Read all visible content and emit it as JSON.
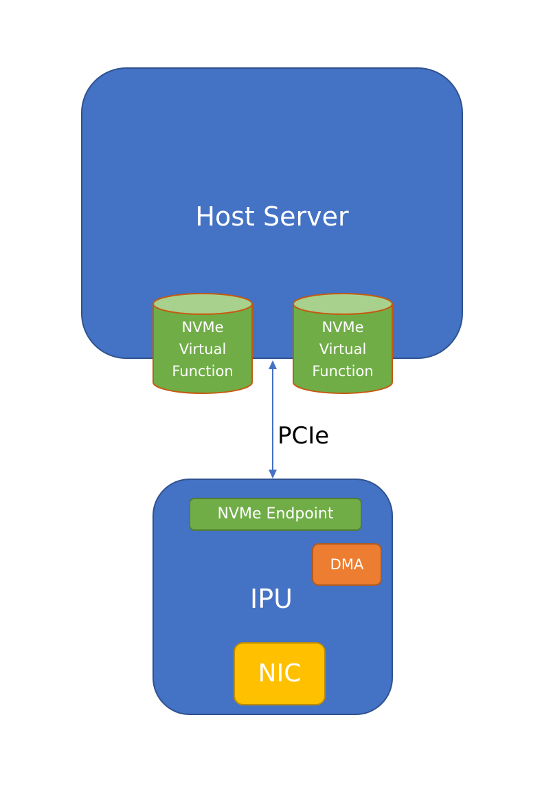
{
  "host": {
    "title": "Host Server"
  },
  "virtual_functions": [
    {
      "line1": "NVMe",
      "line2": "Virtual",
      "line3": "Function"
    },
    {
      "line1": "NVMe",
      "line2": "Virtual",
      "line3": "Function"
    }
  ],
  "link": {
    "label": "PCIe"
  },
  "ipu": {
    "title": "IPU",
    "endpoint_label": "NVMe Endpoint",
    "dma_label": "DMA",
    "nic_label": "NIC"
  },
  "colors": {
    "box_blue": "#4472c4",
    "box_border": "#2f528f",
    "green": "#70ad47",
    "green_top": "#a9d18e",
    "cylinder_border": "#c55a11",
    "orange": "#ed7d31",
    "yellow": "#ffc000",
    "arrow": "#4472c4"
  }
}
